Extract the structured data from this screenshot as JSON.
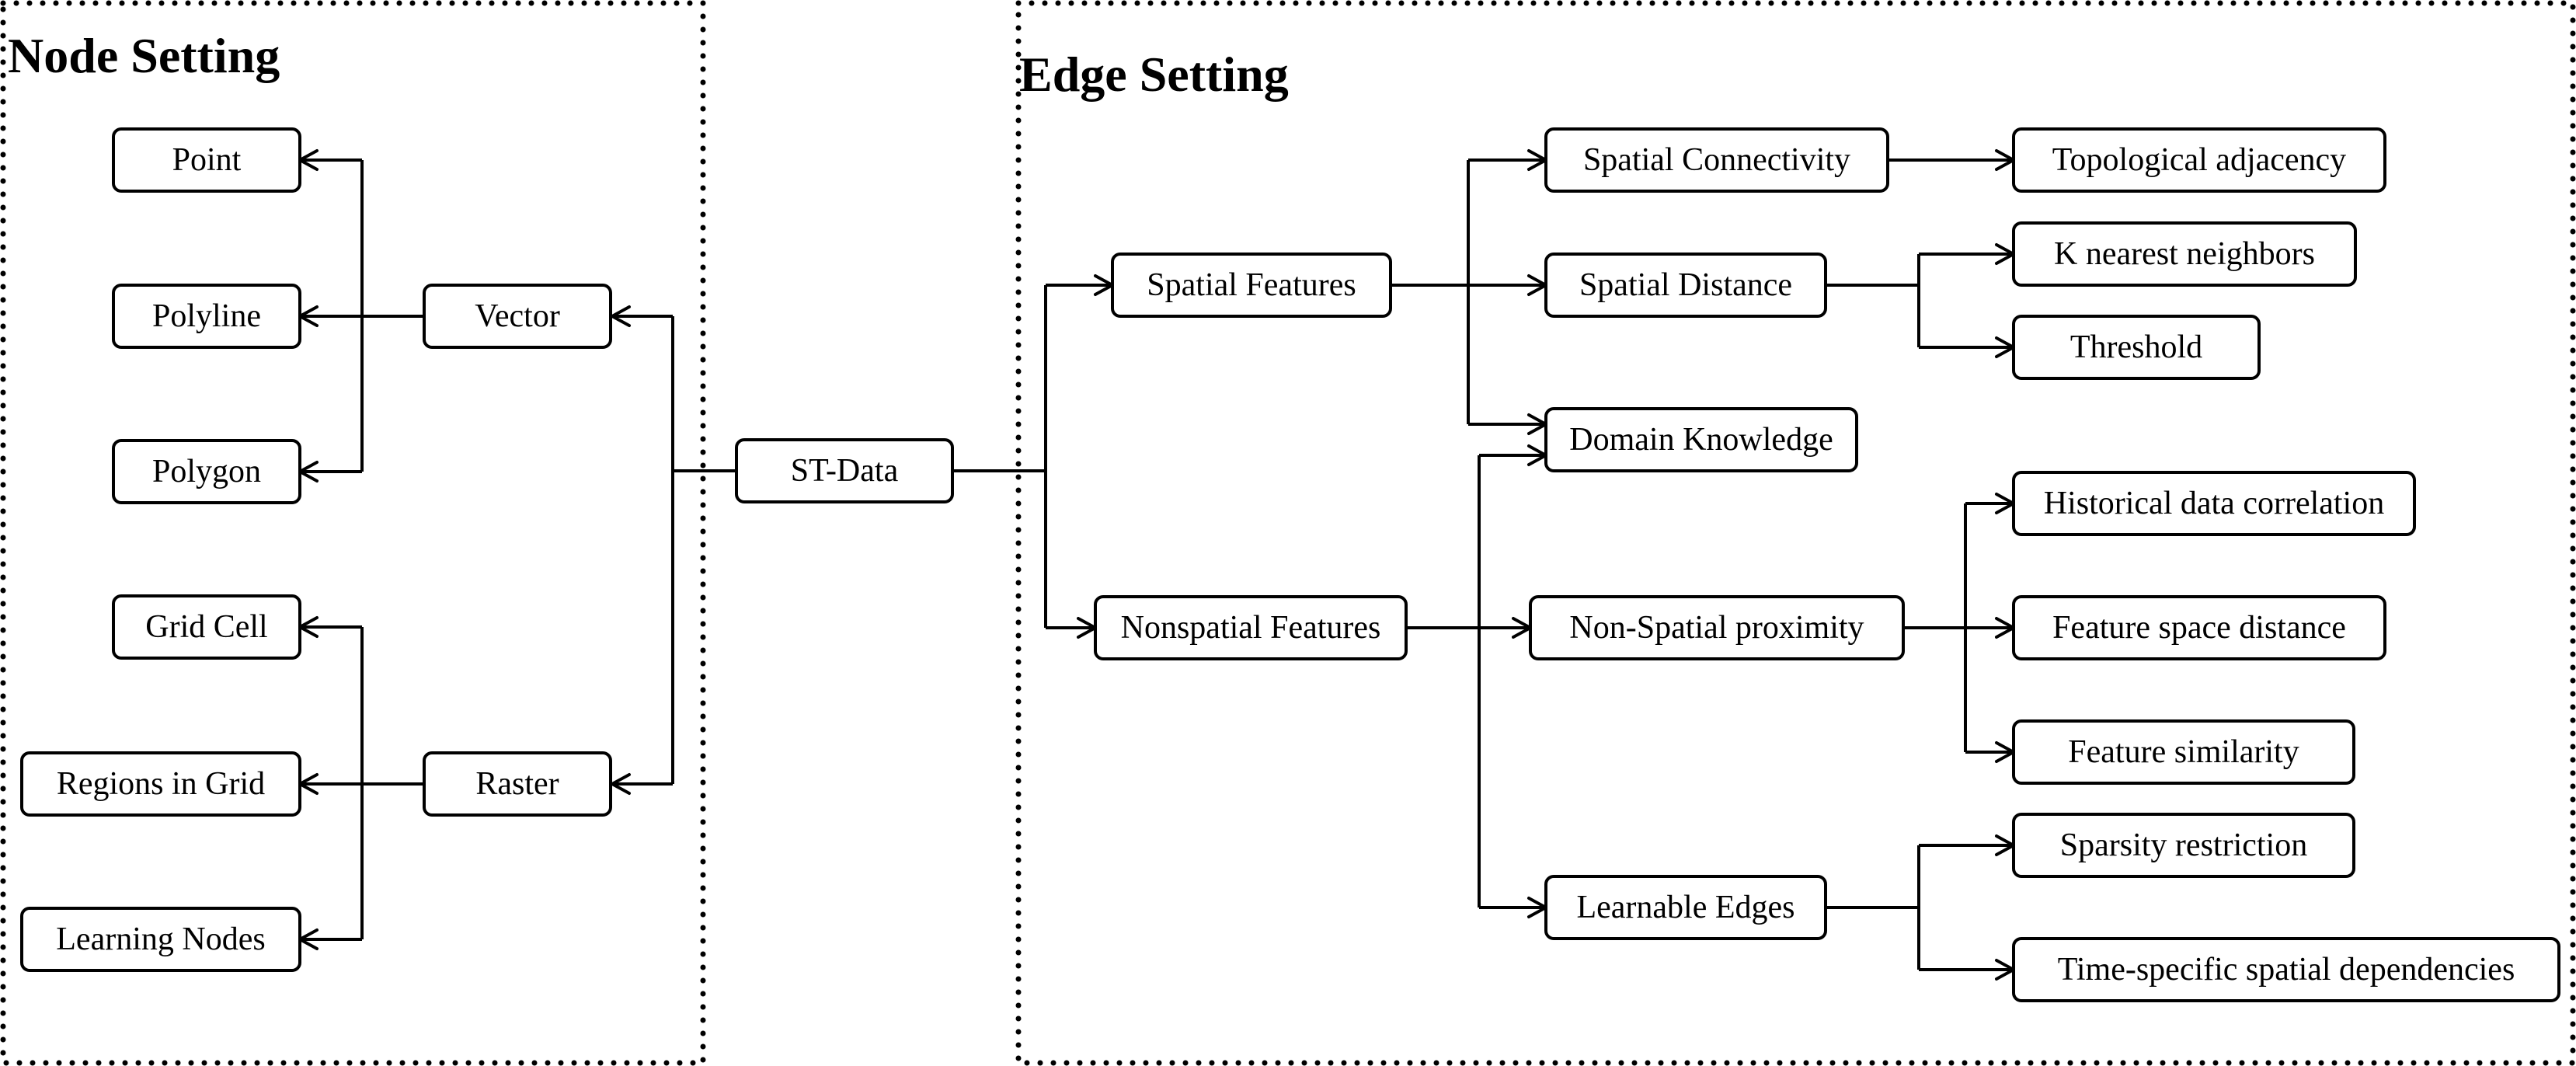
{
  "groups": {
    "node_setting": {
      "title": "Node Setting"
    },
    "edge_setting": {
      "title": "Edge Setting"
    }
  },
  "nodes": {
    "point": "Point",
    "polyline": "Polyline",
    "polygon": "Polygon",
    "grid_cell": "Grid Cell",
    "regions_in_grid": "Regions in Grid",
    "learning_nodes": "Learning Nodes",
    "vector": "Vector",
    "raster": "Raster",
    "st_data": "ST-Data",
    "spatial_features": "Spatial Features",
    "nonspatial_features": "Nonspatial Features",
    "spatial_connectivity": "Spatial Connectivity",
    "spatial_distance": "Spatial Distance",
    "domain_knowledge": "Domain Knowledge",
    "non_spatial_proximity": "Non-Spatial proximity",
    "learnable_edges": "Learnable Edges",
    "topological_adjacency": "Topological adjacency",
    "k_nearest_neighbors": "K nearest neighbors",
    "threshold": "Threshold",
    "historical_data_correlation": "Historical data correlation",
    "feature_space_distance": "Feature space distance",
    "feature_similarity": "Feature similarity",
    "sparsity_restriction": "Sparsity restriction",
    "time_specific_spatial_dependencies": "Time-specific spatial dependencies"
  }
}
